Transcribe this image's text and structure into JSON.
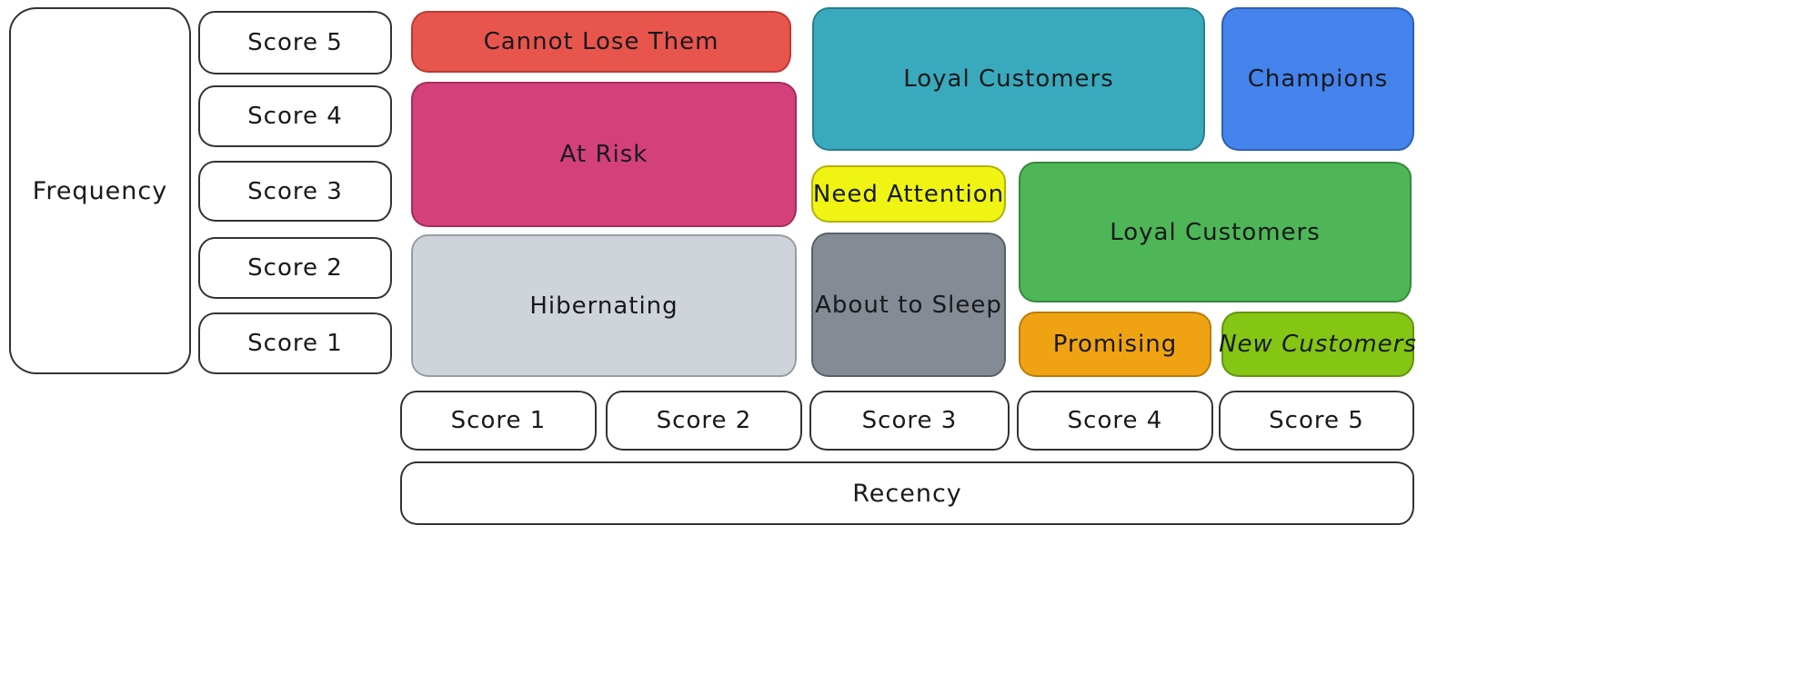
{
  "axes": {
    "frequency_label": "Frequency",
    "recency_label": "Recency",
    "frequency_scores": [
      "Score 5",
      "Score 4",
      "Score 3",
      "Score 2",
      "Score 1"
    ],
    "recency_scores": [
      "Score 1",
      "Score 2",
      "Score 3",
      "Score 4",
      "Score 5"
    ]
  },
  "segments": {
    "cannot_lose": {
      "label": "Cannot Lose Them",
      "fill": "#e8554d",
      "border": "#b93a34",
      "text_color": "#17191c"
    },
    "at_risk": {
      "label": "At Risk",
      "fill": "#d4417a",
      "border": "#a32c5c",
      "text_color": "#17191c"
    },
    "hibernating": {
      "label": "Hibernating",
      "fill": "#ced4da",
      "border": "#969da5",
      "text_color": "#17191c"
    },
    "loyal_top": {
      "label": "Loyal Customers",
      "fill": "#39aabd",
      "border": "#287f8e",
      "text_color": "#17191c"
    },
    "champions": {
      "label": "Champions",
      "fill": "#4583ec",
      "border": "#2d5fb8",
      "text_color": "#17191c"
    },
    "need_attention": {
      "label": "Need Attention",
      "fill": "#f0f413",
      "border": "#b0b30c",
      "text_color": "#17191c"
    },
    "about_to_sleep": {
      "label": "About to Sleep",
      "fill": "#848b94",
      "border": "#5a6069",
      "text_color": "#17191c"
    },
    "loyal_mid": {
      "label": "Loyal Customers",
      "fill": "#4eb656",
      "border": "#35893c",
      "text_color": "#17191c"
    },
    "promising": {
      "label": "Promising",
      "fill": "#f0a312",
      "border": "#b97b0a",
      "text_color": "#17191c"
    },
    "new_customers": {
      "label": "New Customers",
      "fill": "#84c613",
      "border": "#63950d",
      "text_color": "#17191c"
    }
  }
}
